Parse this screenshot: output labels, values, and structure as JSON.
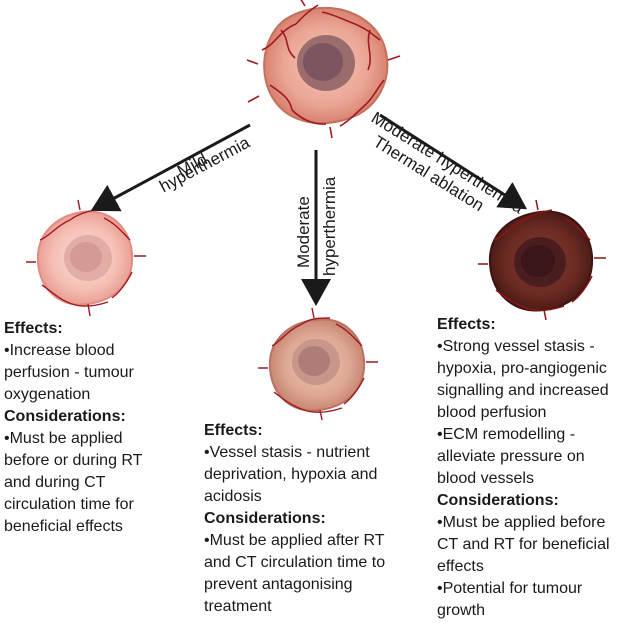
{
  "arrows": {
    "mild": [
      "Mild",
      "hyperthermia"
    ],
    "moderate": [
      "Moderate",
      "hyperthermia"
    ],
    "severe": [
      "Moderate hyperthermia",
      "Thermal ablation"
    ]
  },
  "effects_left": {
    "effects_title": "Effects:",
    "effects_lines": [
      "•Increase blood",
      "perfusion - tumour",
      "oxygenation"
    ],
    "considerations_title": "Considerations:",
    "considerations_lines": [
      "•Must be applied",
      "before or during RT",
      "and during CT",
      "circulation time for",
      "beneficial effects"
    ]
  },
  "effects_middle": {
    "effects_title": "Effects:",
    "effects_lines": [
      "•Vessel stasis - nutrient",
      "deprivation, hypoxia and",
      "acidosis"
    ],
    "considerations_title": "Considerations:",
    "considerations_lines": [
      "•Must be applied after RT",
      "and CT circulation time to",
      "prevent antagonising",
      "treatment"
    ]
  },
  "effects_right": {
    "effects_title": "Effects:",
    "effects_lines": [
      "•Strong vessel stasis -",
      "hypoxia, pro-angiogenic",
      "signalling and increased",
      "blood perfusion",
      "•ECM remodelling -",
      "alleviate pressure on",
      "blood vessels"
    ],
    "considerations_title": "Considerations:",
    "considerations_lines": [
      "•Must be applied before",
      "CT and RT for beneficial",
      "effects",
      "•Potential for tumour",
      "growth"
    ]
  },
  "colors": {
    "vessel": "#a01822",
    "arrow": "#1a1a1a",
    "tumour_top": "#e8a090",
    "tumour_left": "#f2b8ae",
    "tumour_mid": "#d8a490",
    "tumour_right": "#6b2a22"
  }
}
